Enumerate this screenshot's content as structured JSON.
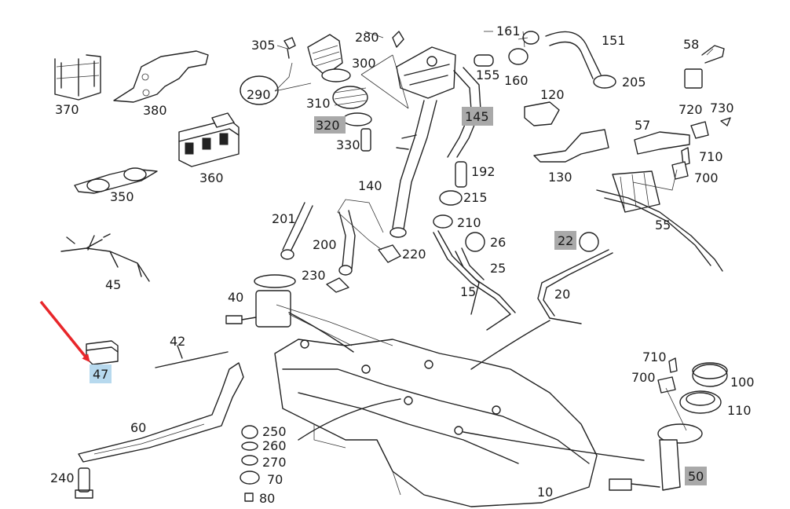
{
  "diagram": {
    "labels": {
      "p305": "305",
      "p280": "280",
      "p161": "161",
      "p151": "151",
      "p58": "58",
      "p300": "300",
      "p290": "290",
      "p370": "370",
      "p380": "380",
      "p310": "310",
      "p155": "155",
      "p160": "160",
      "p205": "205",
      "p120": "120",
      "p720": "720",
      "p730": "730",
      "p320": "320",
      "p145": "145",
      "p330": "330",
      "p57": "57",
      "p360": "360",
      "p192": "192",
      "p710a": "710",
      "p130": "130",
      "p700a": "700",
      "p350": "350",
      "p140": "140",
      "p215": "215",
      "p201": "201",
      "p210": "210",
      "p26": "26",
      "p22": "22",
      "p55": "55",
      "p200": "200",
      "p220": "220",
      "p45": "45",
      "p230": "230",
      "p25": "25",
      "p40": "40",
      "p15": "15",
      "p20": "20",
      "p42": "42",
      "p47": "47",
      "p710b": "710",
      "p100": "100",
      "p700b": "700",
      "p110": "110",
      "p60": "60",
      "p250": "250",
      "p260": "260",
      "p270": "270",
      "p70": "70",
      "p80": "80",
      "p240": "240",
      "p50": "50",
      "p10": "10"
    },
    "highlights": {
      "gray": [
        "320",
        "145",
        "22",
        "50"
      ],
      "blue": [
        "47"
      ]
    },
    "colors": {
      "pointer_arrow": "#e8262a",
      "highlight_gray": "#a9a9a9",
      "highlight_blue": "#b7d9ee",
      "line_art": "#222222"
    }
  }
}
